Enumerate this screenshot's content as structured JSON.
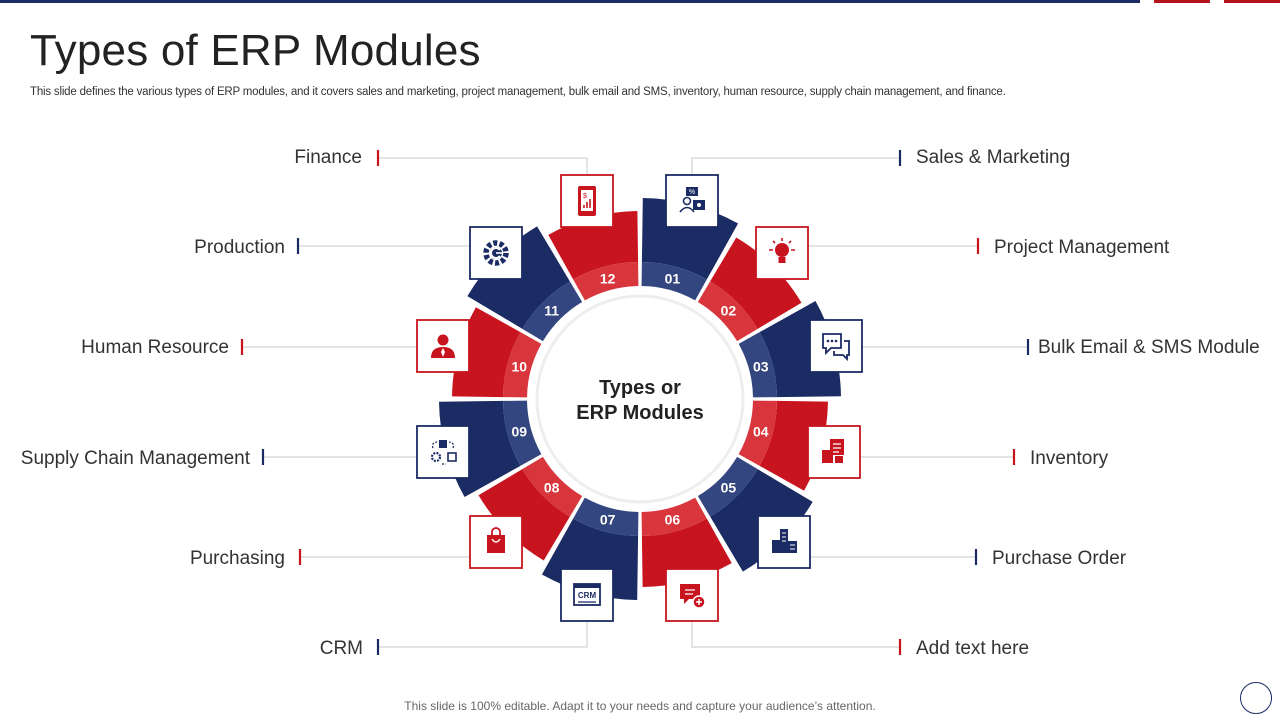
{
  "header": {
    "title": "Types of ERP Modules",
    "subtitle": "This slide defines the various types of ERP modules, and it covers sales and marketing, project management, bulk email and SMS, inventory,  human resource, supply chain management, and finance."
  },
  "center": {
    "line1": "Types or",
    "line2": "ERP Modules"
  },
  "modules": [
    {
      "num": "01",
      "label": "Sales & Marketing",
      "color": "navy",
      "icon": "presentation-user-icon"
    },
    {
      "num": "02",
      "label": "Project Management",
      "color": "red",
      "icon": "lightbulb-icon"
    },
    {
      "num": "03",
      "label": "Bulk Email & SMS Module",
      "color": "navy",
      "icon": "chat-bubbles-icon"
    },
    {
      "num": "04",
      "label": "Inventory",
      "color": "red",
      "icon": "inventory-docs-icon"
    },
    {
      "num": "05",
      "label": "Purchase Order",
      "color": "navy",
      "icon": "buildings-icon"
    },
    {
      "num": "06",
      "label": "Add text here",
      "color": "red",
      "icon": "chat-add-icon"
    },
    {
      "num": "07",
      "label": "CRM",
      "color": "navy",
      "icon": "crm-window-icon"
    },
    {
      "num": "08",
      "label": "Purchasing",
      "color": "red",
      "icon": "shopping-bag-icon"
    },
    {
      "num": "09",
      "label": "Supply Chain Management",
      "color": "navy",
      "icon": "supply-chain-icon"
    },
    {
      "num": "10",
      "label": "Human Resource",
      "color": "red",
      "icon": "person-icon"
    },
    {
      "num": "11",
      "label": "Production",
      "color": "navy",
      "icon": "gear-icon"
    },
    {
      "num": "12",
      "label": "Finance",
      "color": "red",
      "icon": "mobile-finance-icon"
    }
  ],
  "colors": {
    "navy": "#1b2b63",
    "red": "#c8141e",
    "navy_light": "#34467f",
    "red_light": "#d8353c"
  },
  "footer": "This slide is 100% editable. Adapt it to your needs and capture your audience’s attention."
}
